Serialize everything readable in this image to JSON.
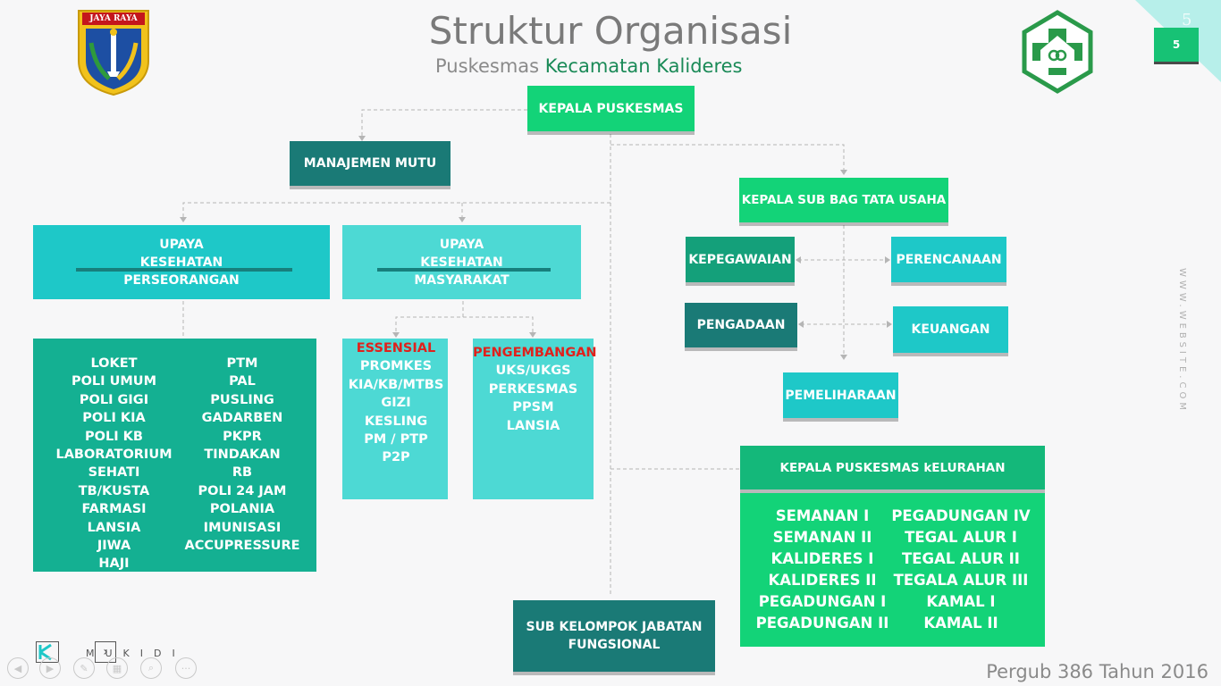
{
  "title": "Struktur Organisasi",
  "subtitle": {
    "prefix": "Puskesmas",
    "highlight": "Kecamatan Kalideres"
  },
  "page_number": "5",
  "logo_text": "JAYA RAYA",
  "footer": "Pergub 386 Tahun 2016",
  "side_text": "WWW.WEBSITE.COM",
  "brand": "MUKIDI",
  "colors": {
    "green_bright": "#13d378",
    "green_teal": "#14b092",
    "teal_dark": "#1a7a76",
    "cyan": "#1ec8c8",
    "cyan_light": "#4dd9d4",
    "red": "#e0211c"
  },
  "nodes": {
    "kepala_puskesmas": "KEPALA PUSKESMAS",
    "manajemen_mutu": "MANAJEMEN MUTU",
    "ukp": [
      "UPAYA",
      "KESEHATAN",
      "PERSEORANGAN"
    ],
    "ukm": [
      "UPAYA",
      "KESEHATAN",
      "MASYARAKAT"
    ],
    "kasubbag": "KEPALA SUB BAG TATA USAHA",
    "kepegawaian": "KEPEGAWAIAN",
    "perencanaan": "PERENCANAAN",
    "pengadaan": "PENGADAAN",
    "keuangan": "KEUANGAN",
    "pemeliharaan": "PEMELIHARAAN",
    "kapus_kelurahan": "KEPALA PUSKESMAS kELURAHAN",
    "sub_kelompok": [
      "SUB KELOMPOK JABATAN",
      "FUNGSIONAL"
    ]
  },
  "ukp_list": {
    "left": [
      "LOKET",
      "POLI UMUM",
      "POLI GIGI",
      "POLI KIA",
      "POLI KB",
      "LABORATORIUM",
      "SEHATI",
      "TB/KUSTA",
      "FARMASI",
      "LANSIA",
      "JIWA",
      "HAJI"
    ],
    "right": [
      "PTM",
      "PAL",
      "PUSLING",
      "GADARBEN",
      "PKPR",
      "TINDAKAN",
      "RB",
      "POLI 24 JAM",
      "POLANIA",
      "IMUNISASI",
      "ACCUPRESSURE"
    ]
  },
  "essensial": {
    "heading": "ESSENSIAL",
    "items": [
      "PROMKES",
      "KIA/KB/MTBS",
      "GIZI",
      "KESLING",
      "PM / PTP",
      "P2P"
    ]
  },
  "pengembangan": {
    "heading": "PENGEMBANGAN",
    "items": [
      "UKS/UKGS",
      "PERKESMAS",
      "PPSM",
      "LANSIA"
    ]
  },
  "kelurahan": {
    "left": [
      "SEMANAN I",
      "SEMANAN II",
      "KALIDERES I",
      "KALIDERES II",
      "PEGADUNGAN I",
      "PEGADUNGAN II"
    ],
    "right": [
      "PEGADUNGAN IV",
      "TEGAL ALUR I",
      "TEGAL ALUR II",
      "TEGALA ALUR III",
      "KAMAL I",
      "KAMAL II"
    ]
  },
  "nav_icons": [
    "prev-icon",
    "next-icon",
    "pen-icon",
    "slides-icon",
    "zoom-icon",
    "more-icon"
  ]
}
